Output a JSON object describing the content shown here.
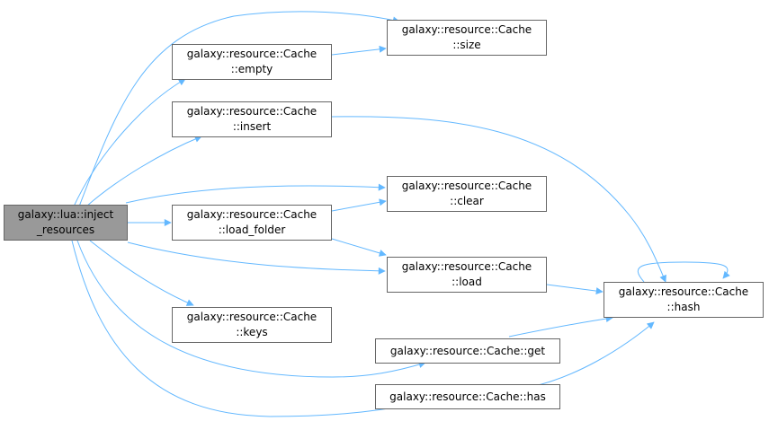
{
  "nodes": {
    "root": {
      "line1": "galaxy::lua::inject",
      "line2": "_resources"
    },
    "empty": {
      "line1": "galaxy::resource::Cache",
      "line2": "::empty"
    },
    "size": {
      "line1": "galaxy::resource::Cache",
      "line2": "::size"
    },
    "insert": {
      "line1": "galaxy::resource::Cache",
      "line2": "::insert"
    },
    "clear": {
      "line1": "galaxy::resource::Cache",
      "line2": "::clear"
    },
    "load_folder": {
      "line1": "galaxy::resource::Cache",
      "line2": "::load_folder"
    },
    "load": {
      "line1": "galaxy::resource::Cache",
      "line2": "::load"
    },
    "hash": {
      "line1": "galaxy::resource::Cache",
      "line2": "::hash"
    },
    "keys": {
      "line1": "galaxy::resource::Cache",
      "line2": "::keys"
    },
    "get": {
      "line1": "galaxy::resource::Cache::get"
    },
    "has": {
      "line1": "galaxy::resource::Cache::has"
    }
  },
  "edges": [
    [
      "root",
      "size"
    ],
    [
      "root",
      "empty"
    ],
    [
      "root",
      "insert"
    ],
    [
      "root",
      "clear"
    ],
    [
      "root",
      "load_folder"
    ],
    [
      "root",
      "load"
    ],
    [
      "root",
      "keys"
    ],
    [
      "root",
      "get"
    ],
    [
      "root",
      "has"
    ],
    [
      "empty",
      "size"
    ],
    [
      "insert",
      "hash"
    ],
    [
      "load_folder",
      "clear"
    ],
    [
      "load_folder",
      "load"
    ],
    [
      "load",
      "hash"
    ],
    [
      "get",
      "hash"
    ],
    [
      "has",
      "hash"
    ],
    [
      "hash",
      "hash"
    ]
  ],
  "colors": {
    "edge": "#63b8ff",
    "root_fill": "#999999",
    "node_border": "#666666"
  }
}
